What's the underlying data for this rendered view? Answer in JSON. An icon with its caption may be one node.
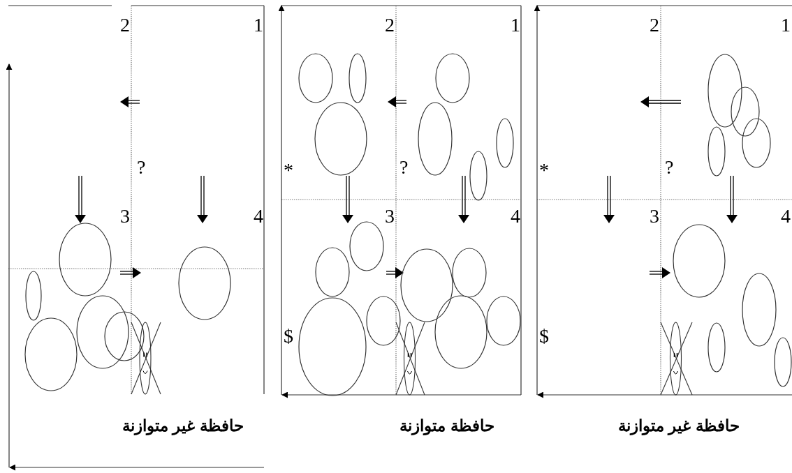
{
  "diagram": {
    "labels": [
      "2",
      "1",
      "?",
      "3",
      "4",
      "2",
      "1",
      "*",
      "?",
      "3",
      "4",
      "$",
      "2",
      "1",
      "*",
      "?",
      "3",
      "4",
      "$",
      "حافظة غير متوازنة",
      "حافظة متوازنة",
      "حافظة غير متوازنة"
    ]
  }
}
